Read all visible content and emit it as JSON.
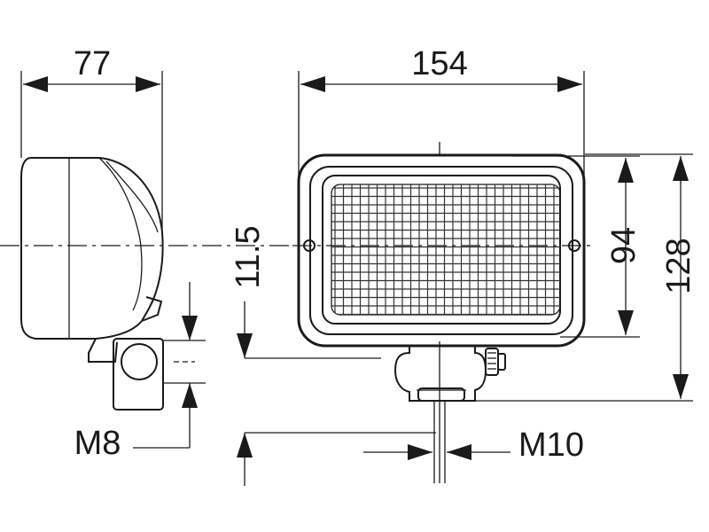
{
  "drawing": {
    "dimensions": {
      "side_depth": "77",
      "front_width": "154",
      "lens_height": "94",
      "total_height": "128",
      "bracket_offset": "11.5",
      "side_bolt": "M8",
      "bottom_bolt": "M10"
    }
  }
}
